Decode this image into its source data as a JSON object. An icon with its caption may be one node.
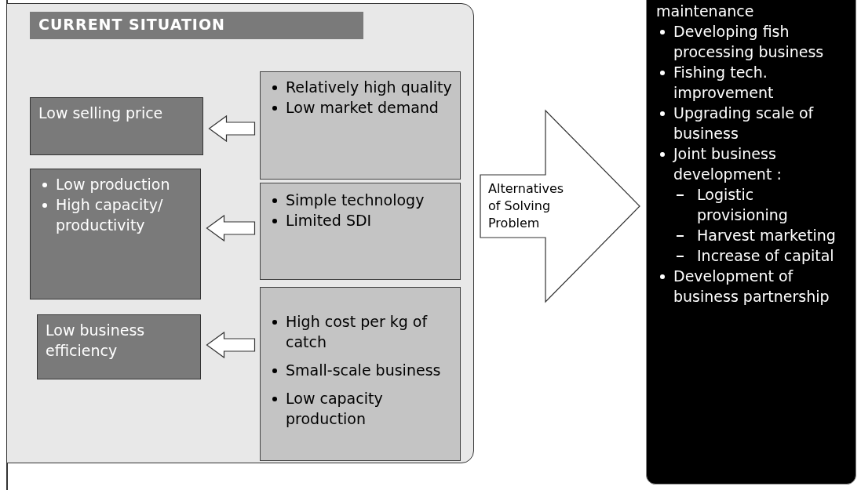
{
  "diagram": {
    "nodes": [
      {
        "text": [
          "CURRENT SITUATION"
        ]
      },
      {
        "text": [
          "Low selling price"
        ],
        "in": 0
      },
      {
        "text": [
          "Relatively high quality",
          "Low market demand"
        ],
        "in": 0
      },
      {
        "text": [
          "Low production",
          "High capacity/ productivity"
        ],
        "in": 0
      },
      {
        "text": [
          "Simple technology",
          "Limited SDI"
        ],
        "in": 0
      },
      {
        "text": [
          "Low business efficiency"
        ],
        "in": 0
      },
      {
        "text": [
          "High cost per kg of catch",
          "Small-scale business",
          "Low capacity production"
        ],
        "in": 0
      },
      {
        "text": [
          "maintenance",
          "Developing fish processing business",
          "Fishing tech. improvement",
          "Upgrading scale of business",
          "Joint business development :",
          "Logistic provisioning",
          "Harvest marketing",
          "Increase of capital",
          "Development of business partnership"
        ]
      }
    ],
    "edges": [
      {
        "from": 2,
        "to": 1,
        "arrow": "to"
      },
      {
        "from": 4,
        "to": 3,
        "arrow": "to"
      },
      {
        "from": 6,
        "to": 5,
        "arrow": "to"
      },
      {
        "from": 0,
        "to": 7,
        "arrow": "to",
        "label": "Alternatives of Solving Problem"
      }
    ]
  }
}
